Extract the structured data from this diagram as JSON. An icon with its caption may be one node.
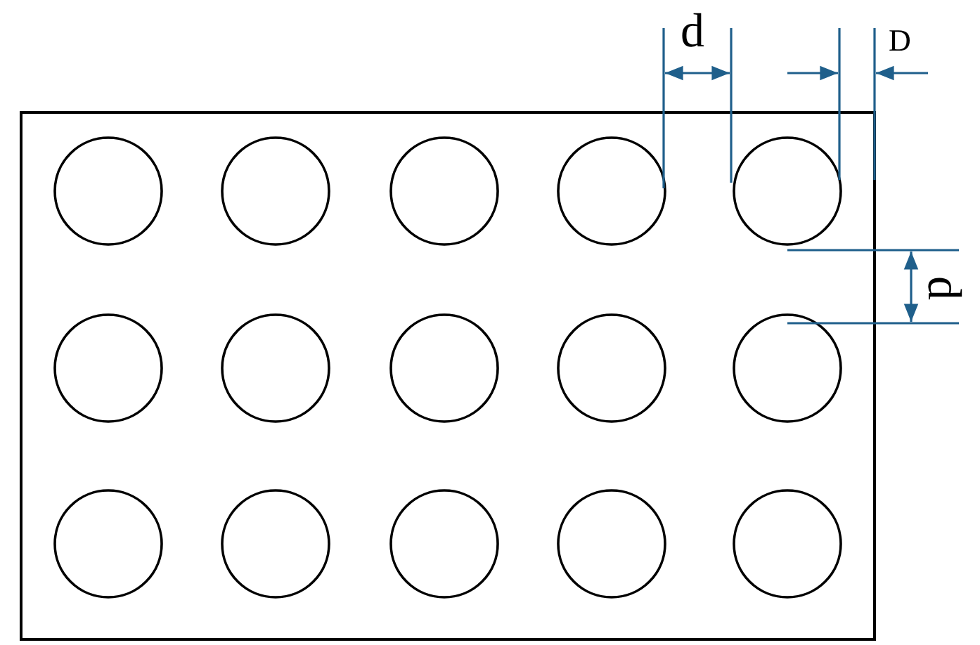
{
  "diagram": {
    "labels": [
      "d",
      "D",
      "d"
    ]
  }
}
